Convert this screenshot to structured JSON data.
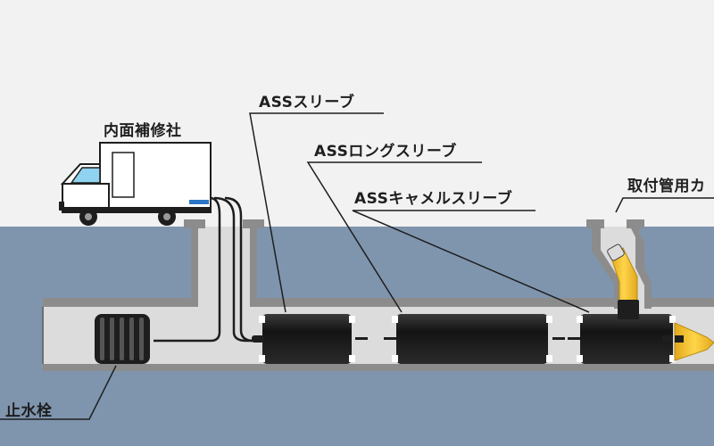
{
  "labels": {
    "vehicle": "内面補修社",
    "ass_sleeve": "ASSスリーブ",
    "ass_long_sleeve": "ASSロングスリーブ",
    "ass_camel_sleeve": "ASSキャメルスリーブ",
    "branch_pipe": "取付管用カ",
    "plug": "止水栓"
  },
  "colors": {
    "sky": "#f2f2f2",
    "ground": "#7f95ae",
    "pipe_wall": "#8c8c8c",
    "pipe_inner": "#dcdcdc",
    "sleeve": "#1e1e1e",
    "tool": "#f2c12e",
    "truck_window": "#8fd3f0",
    "truck_stripe": "#2a76c6"
  }
}
